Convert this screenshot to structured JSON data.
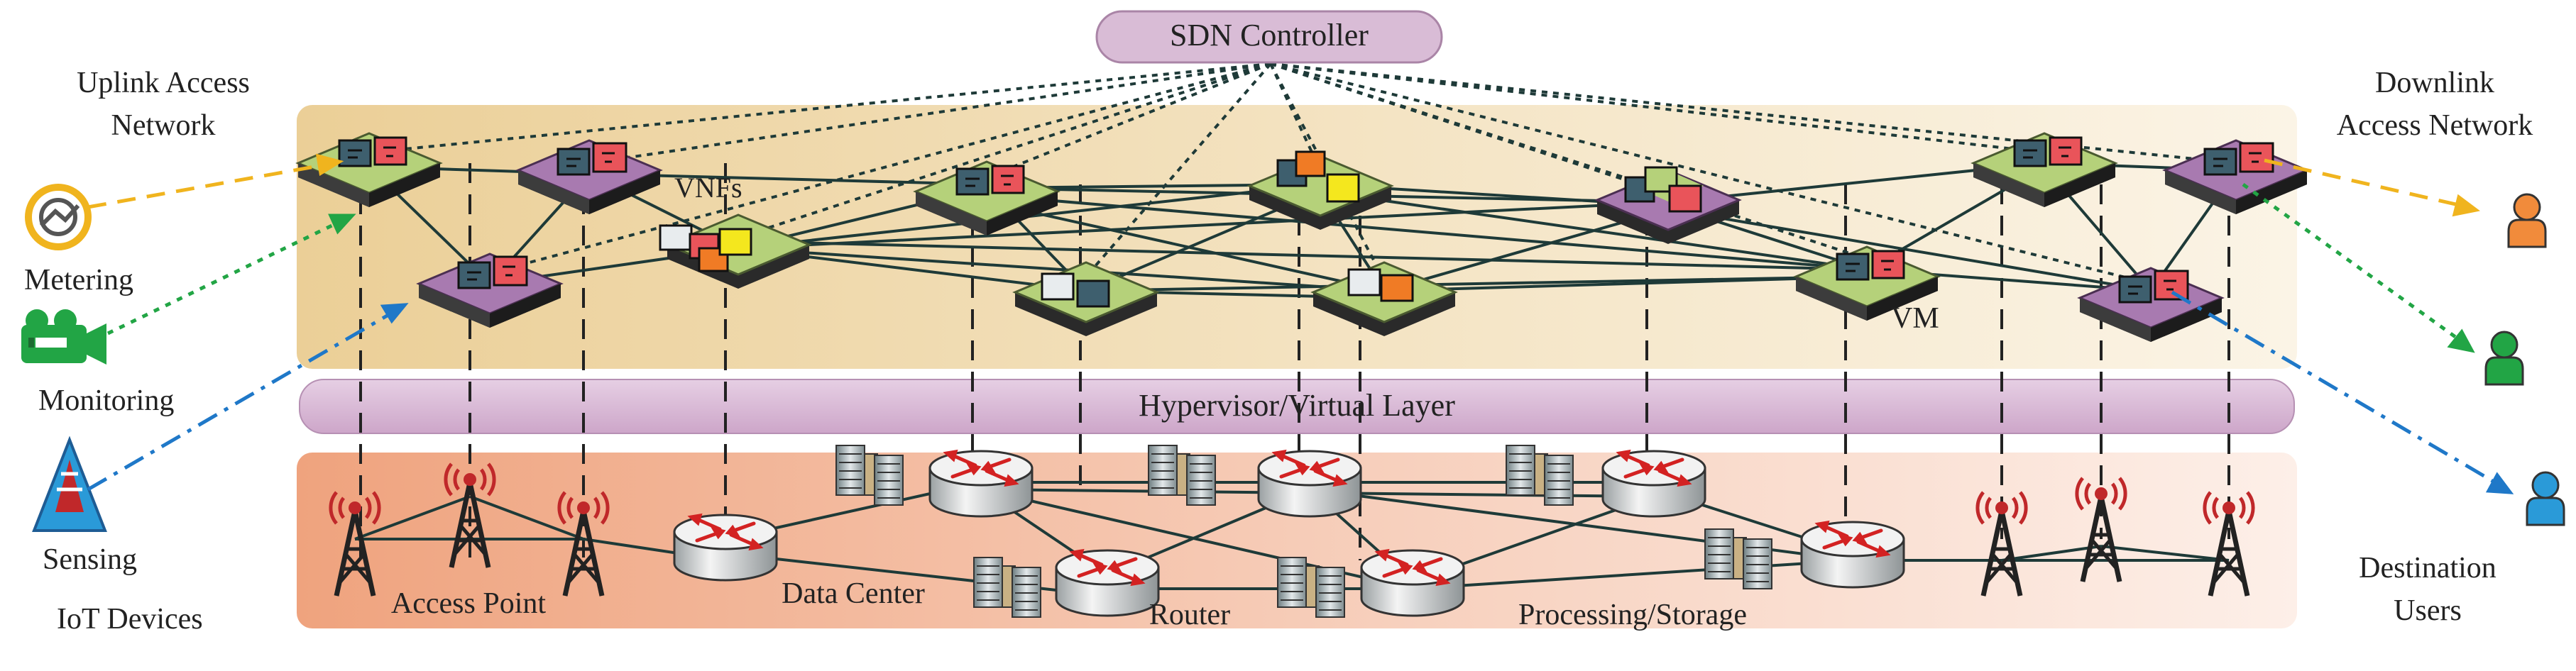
{
  "labels": {
    "sdn_controller": "SDN Controller",
    "hypervisor": "Hypervisor/Virtual Layer",
    "vnfs": "VNFs",
    "vm": "VM",
    "uplink_line1": "Uplink Access",
    "uplink_line2": "Network",
    "downlink_line1": "Downlink",
    "downlink_line2": "Access Network",
    "metering": "Metering",
    "monitoring": "Monitoring",
    "sensing": "Sensing",
    "iot_devices": "IoT Devices",
    "dest_line1": "Destination",
    "dest_line2": "Users",
    "access_point": "Access Point",
    "data_center": "Data Center",
    "router": "Router",
    "processing_storage": "Processing/Storage"
  },
  "colors": {
    "controller_fill": "#d9bcd6",
    "virtual_band_left": "#ecd29e",
    "virtual_band_right": "#faf1df",
    "physical_band_left": "#f0a985",
    "physical_band_right": "#fcece4",
    "switch_green": "#b5d17a",
    "switch_purple": "#a87ab0",
    "vnf_red": "#e9545a",
    "vnf_teal": "#3e5f6e",
    "vnf_orange": "#f07b25",
    "vnf_yellow": "#f4e71e",
    "link_dark": "#1e3a38",
    "uplink_yellow": "#f0b41e",
    "uplink_green": "#22a545",
    "uplink_blue": "#1f78c8",
    "tower_red": "#c0282a",
    "router_red": "#d32222",
    "user_orange": "#f18b3b",
    "user_green": "#22a545",
    "user_blue": "#2a9ad8"
  },
  "icons": {
    "metering": "meter-icon",
    "monitoring": "camera-icon",
    "sensing": "antenna-icon",
    "users": "user-icon",
    "towers": "cell-tower-icon",
    "routers": "router-icon",
    "servers": "server-rack-icon"
  }
}
